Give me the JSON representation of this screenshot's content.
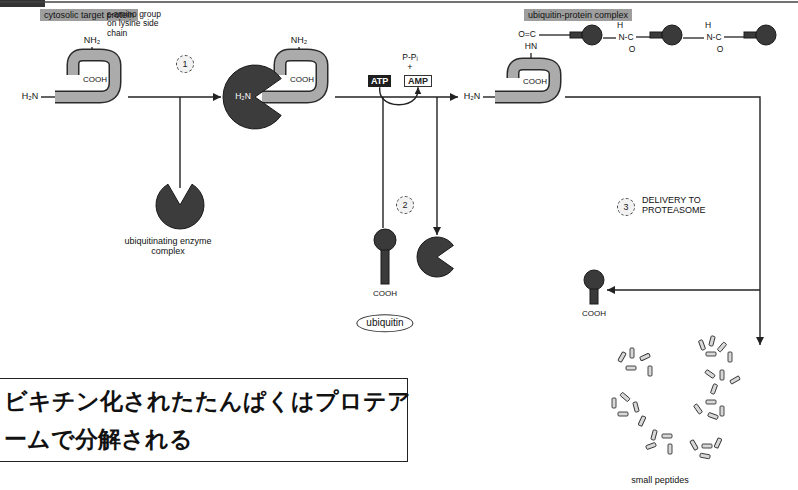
{
  "diagram": {
    "caption": "ビキチン化されたたんぱくはプロテア ームで分解される",
    "nodes": [
      {
        "text": [
          "cytosolic target protein"
        ]
      },
      {
        "text": [
          "1"
        ]
      },
      {
        "text": [
          "ATP"
        ]
      },
      {
        "text": [
          "AMP"
        ]
      },
      {
        "text": [
          "2"
        ]
      },
      {
        "text": [
          "ubiquitin"
        ]
      },
      {
        "text": [
          "ubiquitin-protein complex"
        ]
      },
      {
        "text": [
          "3"
        ]
      }
    ],
    "edges": [
      {
        "from": 2,
        "to": 3,
        "arrow": "to"
      }
    ],
    "labels": [
      "NH₂",
      "ε-amino group on lysine side chain",
      "H₂N",
      "COOH",
      "ubiquitinating enzyme complex",
      "H₂N",
      "NH₂",
      "COOH",
      "P-Pᵢ",
      "+",
      "COOH",
      "H₂N",
      "COOH",
      "O=C",
      "HN",
      "H",
      "N-C",
      "O",
      "H",
      "N-C",
      "O",
      "DELIVERY TO PROTEASOME",
      "COOH",
      "small peptides"
    ]
  }
}
